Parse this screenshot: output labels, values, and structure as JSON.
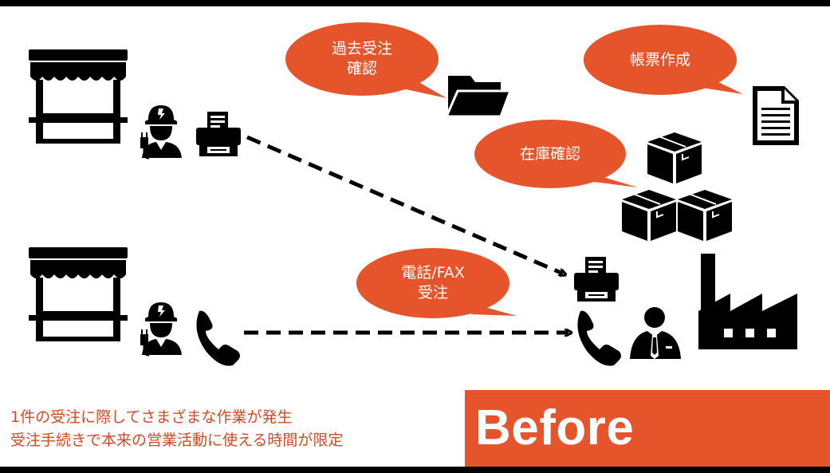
{
  "colors": {
    "bubble": "#e5542b",
    "before_box": "#e5542b",
    "caption_text": "#d24a23",
    "icon": "#000000"
  },
  "bubbles": {
    "past_orders": [
      "過去受注",
      "確認"
    ],
    "create_forms": [
      "帳票作成"
    ],
    "stock_check": [
      "在庫確認"
    ],
    "phone_fax": [
      "電話/FAX",
      "受注"
    ]
  },
  "caption": {
    "line1": "1件の受注に際してさまざまな作業が発生",
    "line2": "受注手続きで本来の営業活動に使える時間が限定"
  },
  "label": {
    "before": "Before"
  },
  "icons": {
    "shops": "store-icon",
    "workers": "electrician-worker-icon",
    "fax": "fax-machine-icon",
    "phone": "telephone-handset-icon",
    "folder": "folder-icon",
    "document": "document-icon",
    "boxes": "stacked-boxes-icon",
    "factory": "factory-icon",
    "staff": "businessman-icon"
  }
}
